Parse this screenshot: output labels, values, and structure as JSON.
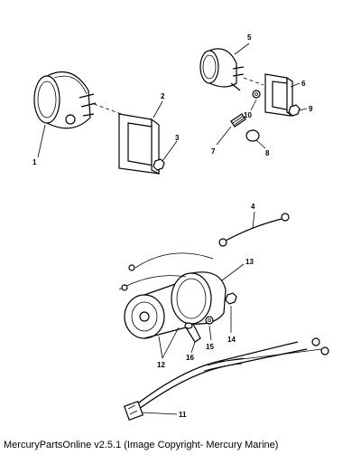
{
  "caption": "MercuryPartsOnline v2.5.1 (Image Copyright- Mercury Marine)",
  "callouts": [
    "1",
    "2",
    "3",
    "4",
    "5",
    "6",
    "7",
    "8",
    "9",
    "10",
    "11",
    "12",
    "13",
    "14",
    "15",
    "16"
  ]
}
